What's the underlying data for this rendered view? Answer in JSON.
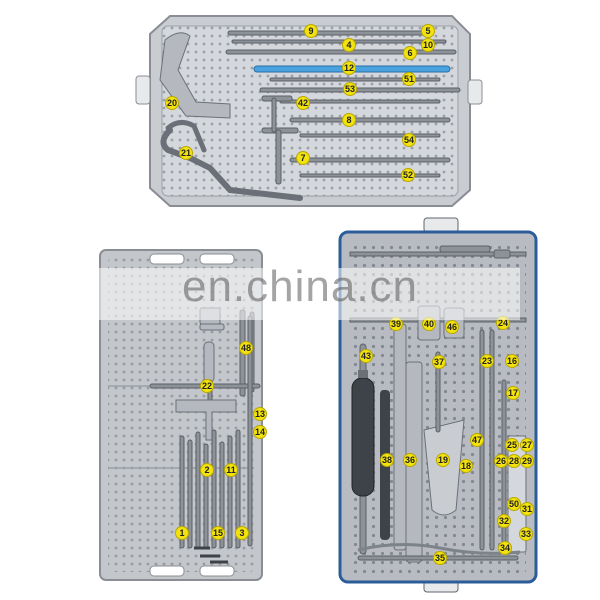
{
  "watermark": "en.china.cn",
  "badge_color": "#f2e20f",
  "top_tray_labels": [
    "9",
    "5",
    "4",
    "10",
    "6",
    "12",
    "51",
    "20",
    "53",
    "42",
    "8",
    "54",
    "21",
    "7",
    "52"
  ],
  "bottom_left_labels": [
    "48",
    "22",
    "13",
    "14",
    "2",
    "11",
    "1",
    "15",
    "3"
  ],
  "bottom_right_labels": [
    "39",
    "40",
    "46",
    "24",
    "43",
    "37",
    "23",
    "16",
    "17",
    "47",
    "25",
    "27",
    "26",
    "28",
    "29",
    "38",
    "36",
    "19",
    "18",
    "50",
    "31",
    "32",
    "33",
    "34",
    "35"
  ]
}
